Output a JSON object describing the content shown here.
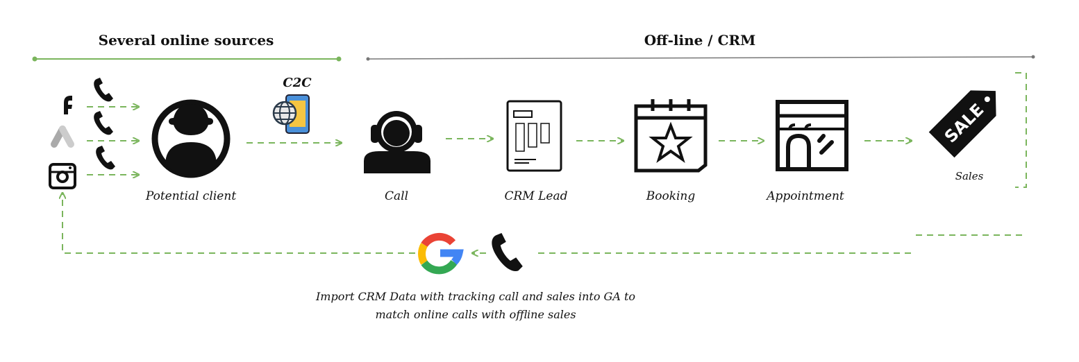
{
  "sections": {
    "online_title": "Several online sources",
    "offline_title": "Off-line / CRM"
  },
  "sources": [
    {
      "icon": "facebook-icon"
    },
    {
      "icon": "google-ads-icon"
    },
    {
      "icon": "instagram-icon"
    }
  ],
  "c2c_label": "C2C",
  "steps": [
    {
      "label": "Potential client",
      "icon": "user-icon"
    },
    {
      "label": "Call",
      "icon": "call-center-agent-icon"
    },
    {
      "label": "CRM Lead",
      "icon": "crm-form-icon"
    },
    {
      "label": "Booking",
      "icon": "calendar-star-icon"
    },
    {
      "label": "Appointment",
      "icon": "storefront-icon"
    },
    {
      "label": "Sales",
      "icon": "sale-tag-icon"
    }
  ],
  "sale_tag_text": "SALE",
  "note_lines": [
    "Import CRM Data with tracking call and sales into GA to",
    "match online calls with offline sales"
  ],
  "colors": {
    "accent": "#7ab55c",
    "line_gray": "#777777",
    "ink": "#111111"
  }
}
